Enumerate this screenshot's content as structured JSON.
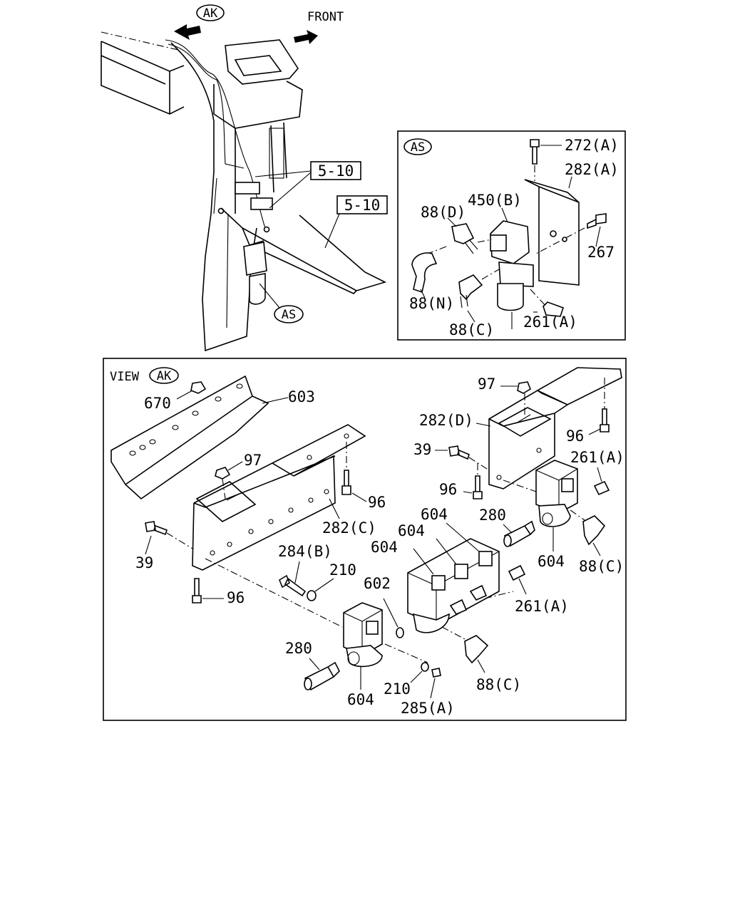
{
  "top": {
    "ak_tag": "AK",
    "front_label": "FRONT",
    "ref_5_10_a": "5-10",
    "ref_5_10_b": "5-10",
    "as_tag": "AS"
  },
  "inset_as": {
    "tag": "AS",
    "labels": {
      "l272A": "272(A)",
      "l282A": "282(A)",
      "l450B": "450(B)",
      "l88D": "88(D)",
      "l267": "267",
      "l88N": "88(N)",
      "l88C": "88(C)",
      "l261A": "261(A)"
    }
  },
  "view_ak": {
    "view_word": "VIEW",
    "tag": "AK",
    "labels": {
      "l670": "670",
      "l603": "603",
      "l97a": "97",
      "l96a": "96",
      "l282C": "282(C)",
      "l39a": "39",
      "l96b": "96",
      "l284B": "284(B)",
      "l210a": "210",
      "l602": "602",
      "l604a": "604",
      "l604b": "604",
      "l604c": "604",
      "l280a": "280",
      "l604d": "604",
      "l210b": "210",
      "l285A": "285(A)",
      "l88Ca": "88(C)",
      "l261Aa": "261(A)",
      "l97b": "97",
      "l282D": "282(D)",
      "l96c": "96",
      "l39b": "39",
      "l96d": "96",
      "l261Ab": "261(A)",
      "l280b": "280",
      "l604e": "604",
      "l88Cb": "88(C)"
    }
  }
}
